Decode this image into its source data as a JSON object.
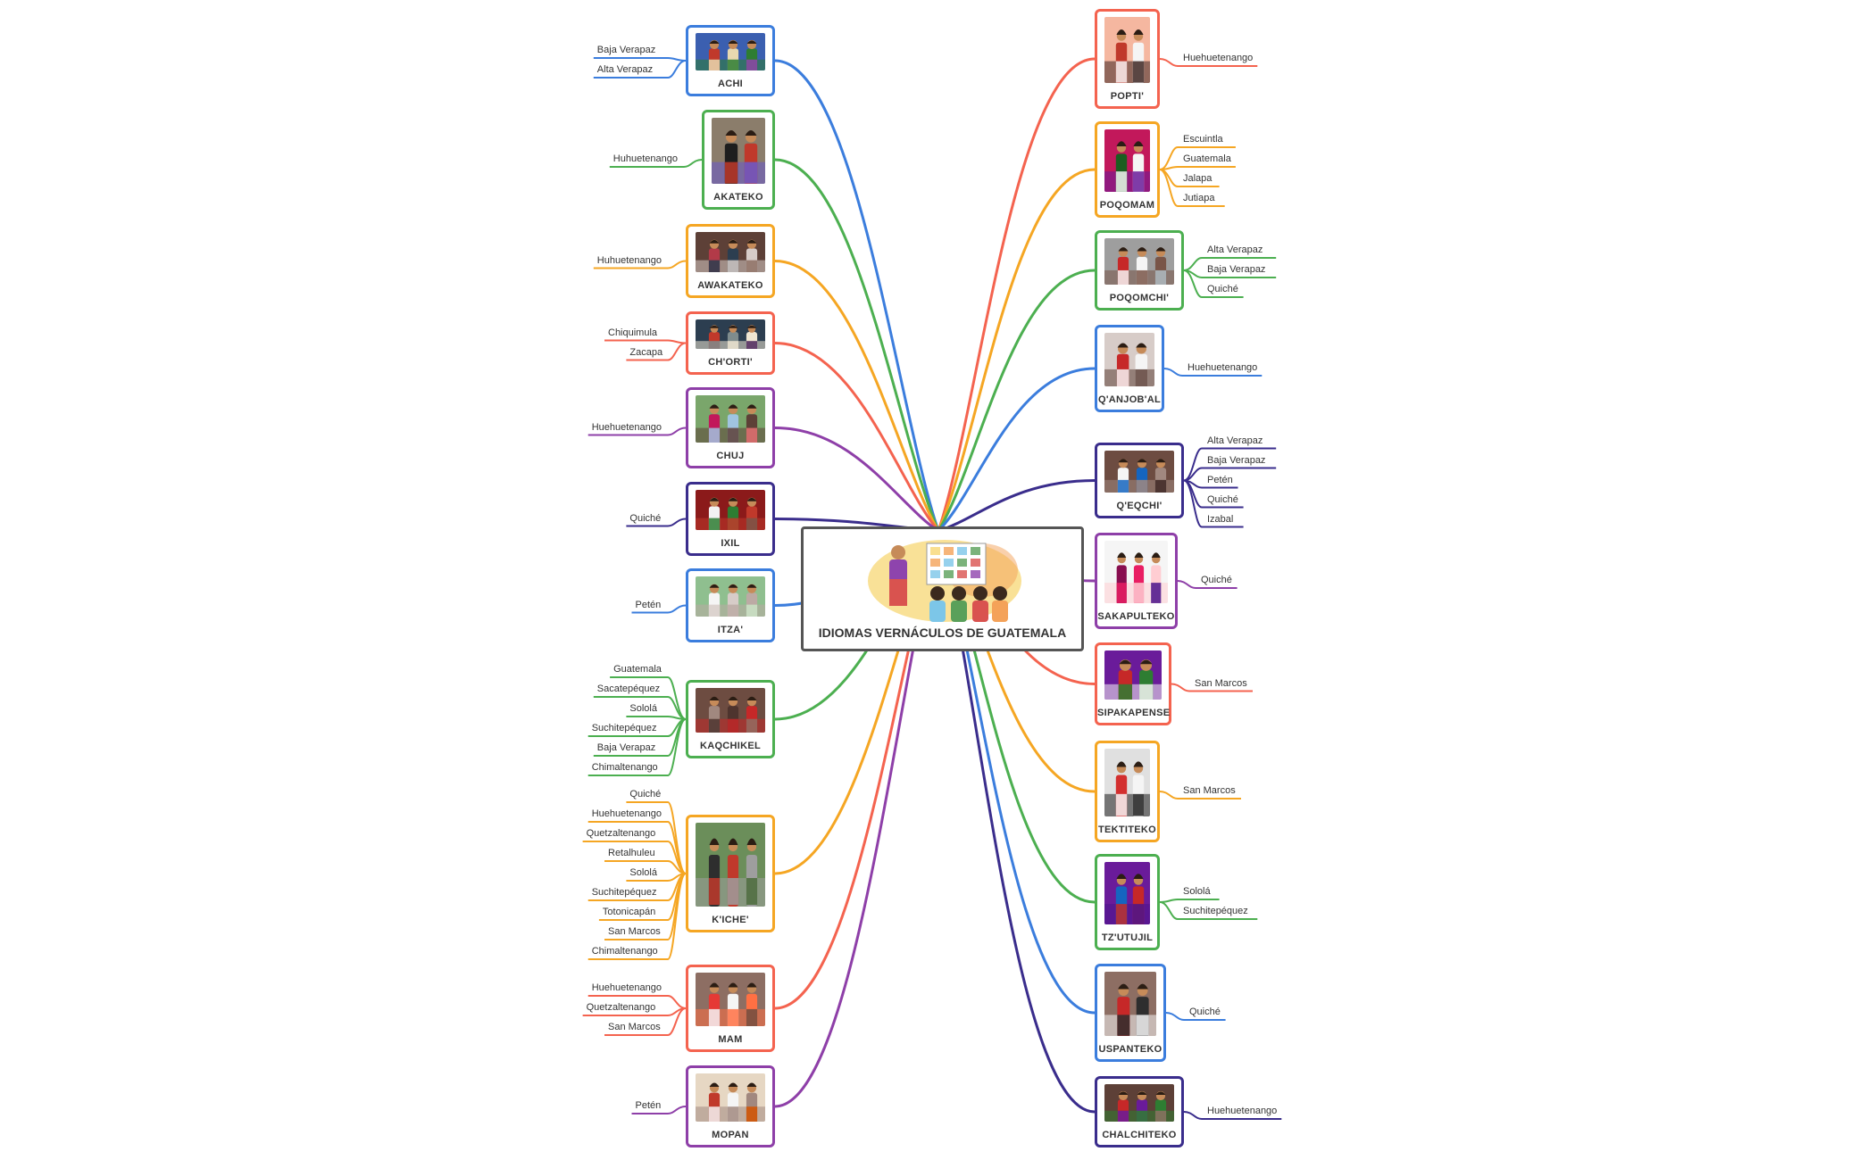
{
  "root": {
    "title": "IDIOMAS VERNÁCULOS DE GUATEMALA"
  },
  "branches": [
    {
      "id": "achi",
      "label": "ACHI",
      "color": "#3b7ddd",
      "side": "left",
      "leaves": [
        "Baja Verapaz",
        "Alta Verapaz"
      ],
      "photo": [
        "#3b5fb0",
        "#c0392b",
        "#e8d9b0",
        "#2e7d32",
        "#8e44ad"
      ]
    },
    {
      "id": "akateko",
      "label": "AKATEKO",
      "color": "#4caf50",
      "side": "left",
      "leaves": [
        "Huhuetenango"
      ],
      "photo": [
        "#8b7d6b",
        "#1e1e1e",
        "#c0392b",
        "#6a5acd",
        "#d4a373"
      ]
    },
    {
      "id": "awakateko",
      "label": "AWAKATEKO",
      "color": "#f5a623",
      "side": "left",
      "leaves": [
        "Huhuetenango"
      ],
      "photo": [
        "#5d4037",
        "#b23a48",
        "#2c3e50",
        "#d7ccc8",
        "#8d6e63"
      ]
    },
    {
      "id": "chorti",
      "label": "CH'ORTI'",
      "color": "#f4634f",
      "side": "left",
      "leaves": [
        "Chiquimula",
        "Zacapa"
      ],
      "photo": [
        "#2c3e50",
        "#c0392b",
        "#7f8c8d",
        "#f0e6d2",
        "#4a235a"
      ]
    },
    {
      "id": "chuj",
      "label": "CHUJ",
      "color": "#8e3fa8",
      "side": "left",
      "leaves": [
        "Huehuetenango"
      ],
      "photo": [
        "#7aa66b",
        "#c2185b",
        "#a0c4e0",
        "#5d4037",
        "#e57373"
      ]
    },
    {
      "id": "ixil",
      "label": "IXIL",
      "color": "#3a2d8c",
      "side": "left",
      "leaves": [
        "Quiché"
      ],
      "photo": [
        "#8b1a1a",
        "#f2f2f2",
        "#2e7d32",
        "#c0392b",
        "#795548"
      ]
    },
    {
      "id": "itza",
      "label": "ITZA'",
      "color": "#3b7ddd",
      "side": "left",
      "leaves": [
        "Petén"
      ],
      "photo": [
        "#8fbf8f",
        "#f5f5f5",
        "#d7ccc8",
        "#bcaaa4",
        "#c9e4c5"
      ]
    },
    {
      "id": "kaqchikel",
      "label": "KAQCHIKEL",
      "color": "#4caf50",
      "side": "left",
      "leaves": [
        "Guatemala",
        "Sacatepéquez",
        "Sololá",
        "Suchitepéquez",
        "Baja Verapaz",
        "Chimaltenango"
      ],
      "photo": [
        "#6d4c41",
        "#a1887f",
        "#4e342e",
        "#c62828",
        "#8d6e63"
      ]
    },
    {
      "id": "kiche",
      "label": "K'ICHE'",
      "color": "#f5a623",
      "side": "left",
      "leaves": [
        "Quiché",
        "Huehuetenango",
        "Quetzaltenango",
        "Retalhuleu",
        "Sololá",
        "Suchitepéquez",
        "Totonicapán",
        "San Marcos",
        "Chimaltenango"
      ],
      "photo": [
        "#6b8e5a",
        "#2e2e2e",
        "#c0392b",
        "#9e9e9e",
        "#4a6b3a"
      ]
    },
    {
      "id": "mam",
      "label": "MAM",
      "color": "#f4634f",
      "side": "left",
      "leaves": [
        "Huehuetenango",
        "Quetzaltenango",
        "San Marcos"
      ],
      "photo": [
        "#8d6e63",
        "#e53935",
        "#f5f5f5",
        "#ff7043",
        "#6d4c41"
      ]
    },
    {
      "id": "mopan",
      "label": "MOPAN",
      "color": "#8e3fa8",
      "side": "left",
      "leaves": [
        "Petén"
      ],
      "photo": [
        "#e6d7c3",
        "#c0392b",
        "#f5f5f5",
        "#a1887f",
        "#d35400"
      ]
    },
    {
      "id": "popti",
      "label": "POPTI'",
      "color": "#f4634f",
      "side": "right",
      "leaves": [
        "Huehuetenango"
      ],
      "photo": [
        "#f5b7a0",
        "#c0392b",
        "#f5f5f5",
        "#3e2723",
        "#ff8a80"
      ]
    },
    {
      "id": "poqomam",
      "label": "POQOMAM",
      "color": "#f5a623",
      "side": "right",
      "leaves": [
        "Escuintla",
        "Guatemala",
        "Jalapa",
        "Jutiapa"
      ],
      "photo": [
        "#c2185b",
        "#1b5e20",
        "#f5f5f5",
        "#6a1b9a",
        "#d32f2f"
      ]
    },
    {
      "id": "poqomchi",
      "label": "POQOMCHI'",
      "color": "#4caf50",
      "side": "right",
      "leaves": [
        "Alta Verapaz",
        "Baja Verapaz",
        "Quiché"
      ],
      "photo": [
        "#9e9e9e",
        "#c62828",
        "#f5f5f5",
        "#795548",
        "#b0bec5"
      ]
    },
    {
      "id": "qanjobal",
      "label": "Q'ANJOB'AL",
      "color": "#3b7ddd",
      "side": "right",
      "leaves": [
        "Huehuetenango"
      ],
      "photo": [
        "#d7ccc8",
        "#c62828",
        "#f5f5f5",
        "#5d4037",
        "#8d6e63"
      ]
    },
    {
      "id": "qeqchi",
      "label": "Q'EQCHI'",
      "color": "#3a2d8c",
      "side": "right",
      "leaves": [
        "Alta Verapaz",
        "Baja Verapaz",
        "Petén",
        "Quiché",
        "Izabal"
      ],
      "photo": [
        "#6d4c41",
        "#f5f5f5",
        "#1565c0",
        "#a1887f",
        "#3e2723"
      ]
    },
    {
      "id": "sakapulteko",
      "label": "SAKAPULTEKO",
      "color": "#8e3fa8",
      "side": "right",
      "leaves": [
        "Quiché"
      ],
      "photo": [
        "#f5f5f5",
        "#880e4f",
        "#e91e63",
        "#ffcdd2",
        "#4a148c"
      ]
    },
    {
      "id": "sipakapense",
      "label": "SIPAKAPENSE",
      "color": "#f4634f",
      "side": "right",
      "leaves": [
        "San Marcos"
      ],
      "photo": [
        "#6a1b9a",
        "#c62828",
        "#2e7d32",
        "#f5f5f5",
        "#ff7043"
      ]
    },
    {
      "id": "tektiteko",
      "label": "TEKTITEKO",
      "color": "#f5a623",
      "side": "right",
      "leaves": [
        "San Marcos"
      ],
      "photo": [
        "#e0e0e0",
        "#d32f2f",
        "#f5f5f5",
        "#1e1e1e",
        "#bdbdbd"
      ]
    },
    {
      "id": "tzutujil",
      "label": "TZ'UTUJIL",
      "color": "#4caf50",
      "side": "right",
      "leaves": [
        "Sololá",
        "Suchitepéquez"
      ],
      "photo": [
        "#6a1b9a",
        "#1565c0",
        "#c62828",
        "#4a148c",
        "#8e24aa"
      ]
    },
    {
      "id": "uspanteko",
      "label": "USPANTEKO",
      "color": "#3b7ddd",
      "side": "right",
      "leaves": [
        "Quiché"
      ],
      "photo": [
        "#8d6e63",
        "#c62828",
        "#2e2e2e",
        "#f5f5f5",
        "#5d4037"
      ]
    },
    {
      "id": "chalchiteko",
      "label": "CHALCHITEKO",
      "color": "#3a2d8c",
      "side": "right",
      "leaves": [
        "Huehuetenango"
      ],
      "photo": [
        "#5d4037",
        "#c62828",
        "#6a1b9a",
        "#2e7d32",
        "#8d6e63"
      ]
    }
  ],
  "root_illustration": {
    "palette": [
      "#f7d774",
      "#f4a259",
      "#7cc6e8",
      "#5aa05a",
      "#d9534f",
      "#8e44ad"
    ]
  }
}
